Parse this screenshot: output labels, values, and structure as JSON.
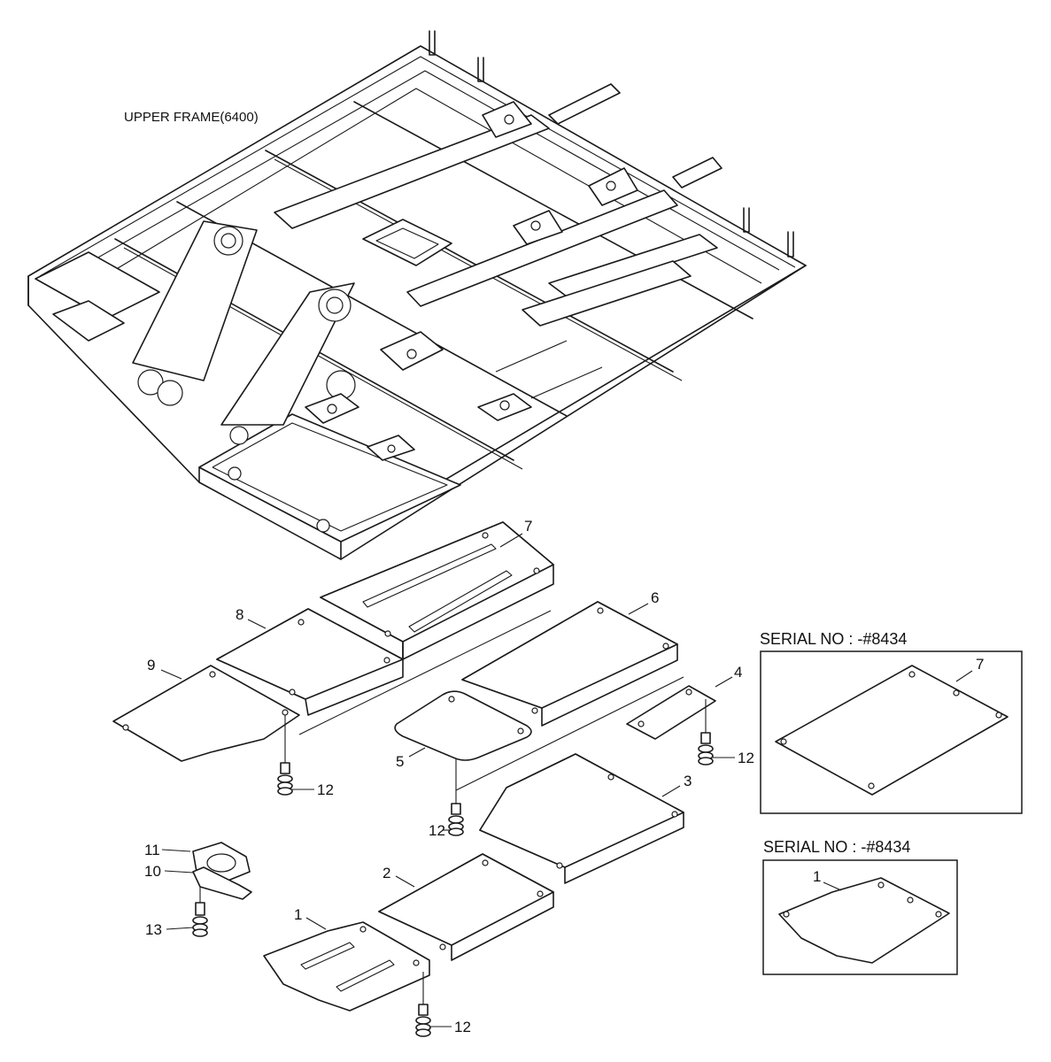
{
  "title": "UPPER FRAME(6400)",
  "callouts": {
    "c1": "1",
    "c2": "2",
    "c3": "3",
    "c4": "4",
    "c5": "5",
    "c6": "6",
    "c7": "7",
    "c8": "8",
    "c9": "9",
    "c10": "10",
    "c11": "11",
    "c12a": "12",
    "c12b": "12",
    "c12c": "12",
    "c12d": "12",
    "c13": "13"
  },
  "insets": [
    {
      "header": "SERIAL NO : -#8434",
      "part": "7"
    },
    {
      "header": "SERIAL NO : -#8434",
      "part": "1"
    }
  ]
}
